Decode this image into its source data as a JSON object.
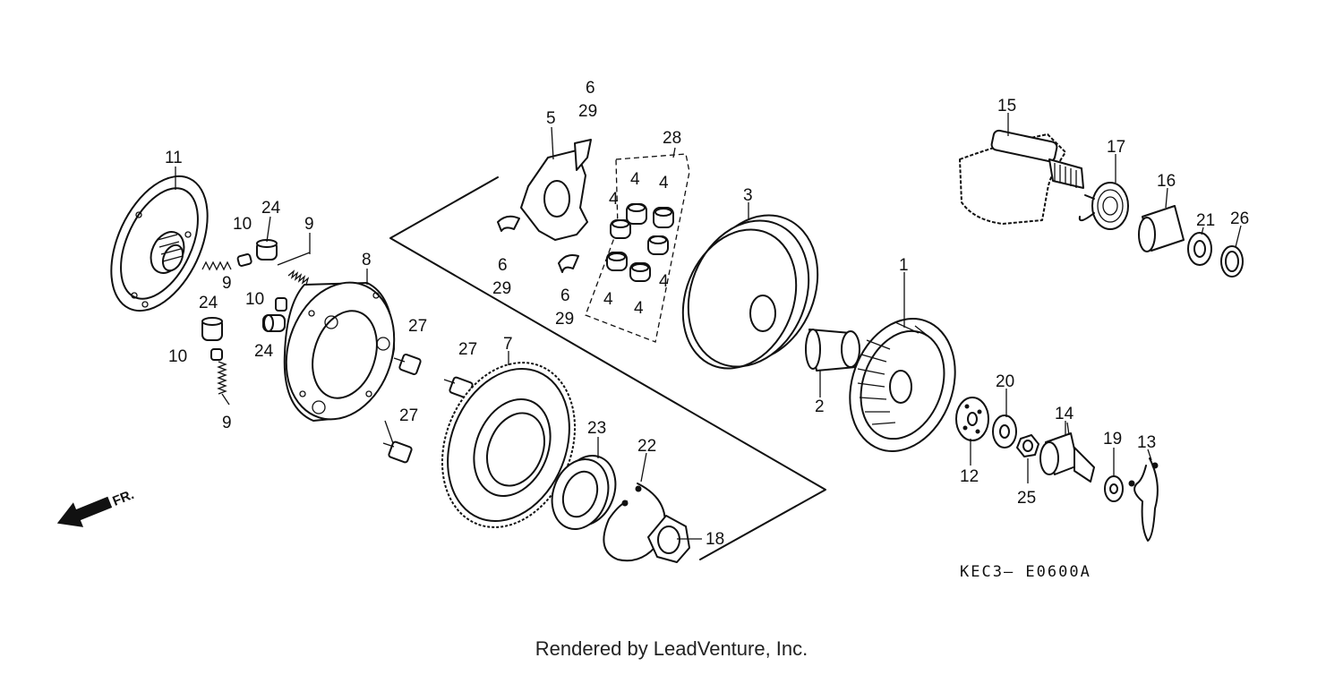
{
  "diagram": {
    "code": "KEC3— E0600A",
    "direction_label": "FR.",
    "credit": "Rendered by LeadVenture, Inc.",
    "callouts": [
      {
        "id": "c11",
        "text": "11"
      },
      {
        "id": "c10a",
        "text": "10"
      },
      {
        "id": "c24a",
        "text": "24"
      },
      {
        "id": "c9a",
        "text": "9"
      },
      {
        "id": "c9b",
        "text": "9"
      },
      {
        "id": "c10b",
        "text": "10"
      },
      {
        "id": "c24b",
        "text": "24"
      },
      {
        "id": "c24c",
        "text": "24"
      },
      {
        "id": "c10c",
        "text": "10"
      },
      {
        "id": "c9c",
        "text": "9"
      },
      {
        "id": "c8",
        "text": "8"
      },
      {
        "id": "c27a",
        "text": "27"
      },
      {
        "id": "c27b",
        "text": "27"
      },
      {
        "id": "c27c",
        "text": "27"
      },
      {
        "id": "c7",
        "text": "7"
      },
      {
        "id": "c23",
        "text": "23"
      },
      {
        "id": "c22",
        "text": "22"
      },
      {
        "id": "c18",
        "text": "18"
      },
      {
        "id": "c6a",
        "text": "6"
      },
      {
        "id": "c29a",
        "text": "29"
      },
      {
        "id": "c5",
        "text": "5"
      },
      {
        "id": "c6b",
        "text": "6"
      },
      {
        "id": "c29b",
        "text": "29"
      },
      {
        "id": "c6c",
        "text": "6"
      },
      {
        "id": "c29c",
        "text": "29"
      },
      {
        "id": "c28",
        "text": "28"
      },
      {
        "id": "c4a",
        "text": "4"
      },
      {
        "id": "c4b",
        "text": "4"
      },
      {
        "id": "c4c",
        "text": "4"
      },
      {
        "id": "c4d",
        "text": "4"
      },
      {
        "id": "c4e",
        "text": "4"
      },
      {
        "id": "c4f",
        "text": "4"
      },
      {
        "id": "c3",
        "text": "3"
      },
      {
        "id": "c2",
        "text": "2"
      },
      {
        "id": "c1",
        "text": "1"
      },
      {
        "id": "c15",
        "text": "15"
      },
      {
        "id": "c17",
        "text": "17"
      },
      {
        "id": "c16",
        "text": "16"
      },
      {
        "id": "c21",
        "text": "21"
      },
      {
        "id": "c26",
        "text": "26"
      },
      {
        "id": "c20",
        "text": "20"
      },
      {
        "id": "c12",
        "text": "12"
      },
      {
        "id": "c14",
        "text": "14"
      },
      {
        "id": "c25",
        "text": "25"
      },
      {
        "id": "c19",
        "text": "19"
      },
      {
        "id": "c13",
        "text": "13"
      }
    ]
  }
}
